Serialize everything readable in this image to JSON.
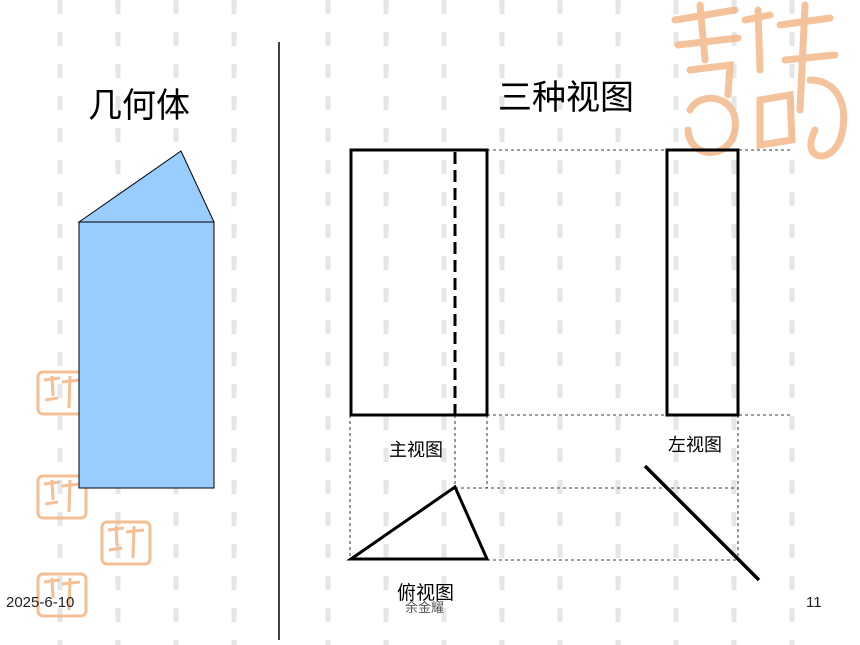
{
  "slide": {
    "left_title": "几何体",
    "right_title": "三种视图",
    "front_view_label": "主视图",
    "side_view_label": "左视图",
    "top_view_label": "俯视图",
    "footer_date": "2025-6-10",
    "footer_author": "余金耀",
    "page_number": "11"
  },
  "colors": {
    "prism_fill": "#99ccff",
    "stamp_color": "#f4b98a",
    "dash_color": "#e8e8e8"
  }
}
